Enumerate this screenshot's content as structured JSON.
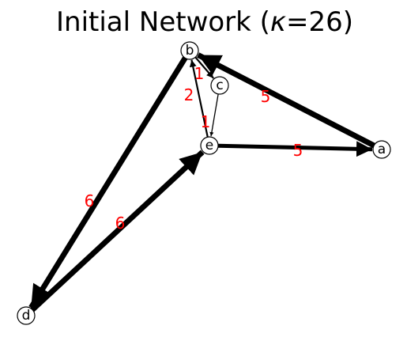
{
  "title": {
    "prefix": "Initial Network (",
    "symbol": "κ",
    "suffix": "=26)"
  },
  "colors": {
    "edge": "#000000",
    "weight_label": "#ff0000",
    "node_fill": "#ffffff",
    "node_stroke": "#000000",
    "text": "#000000"
  },
  "graph": {
    "directed": true,
    "nodes": [
      {
        "id": "a",
        "label": "a"
      },
      {
        "id": "b",
        "label": "b"
      },
      {
        "id": "c",
        "label": "c"
      },
      {
        "id": "d",
        "label": "d"
      },
      {
        "id": "e",
        "label": "e"
      }
    ],
    "edges": [
      {
        "source": "a",
        "target": "b",
        "weight": "5"
      },
      {
        "source": "b",
        "target": "c",
        "weight": "1"
      },
      {
        "source": "b",
        "target": "d",
        "weight": "6"
      },
      {
        "source": "c",
        "target": "e",
        "weight": "1"
      },
      {
        "source": "e",
        "target": "b",
        "weight": "2"
      },
      {
        "source": "e",
        "target": "a",
        "weight": "5"
      },
      {
        "source": "d",
        "target": "e",
        "weight": "6"
      }
    ]
  }
}
